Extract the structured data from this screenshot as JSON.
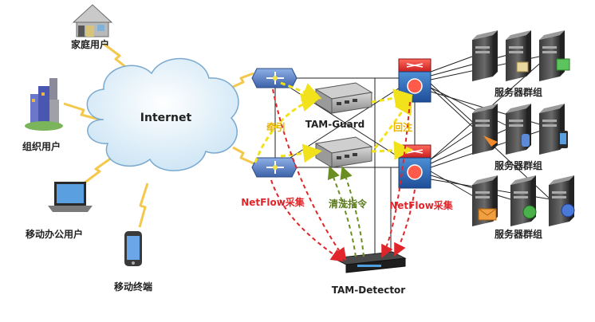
{
  "cloud": {
    "label": "Internet"
  },
  "clients": {
    "home": "家庭用户",
    "org": "组织用户",
    "mobile_office": "移动办公用户",
    "mobile_terminal": "移动终端"
  },
  "devices": {
    "guard": "TAM-Guard",
    "detector": "TAM-Detector"
  },
  "flow_labels": {
    "diversion": "牵引",
    "reinject": "回注",
    "netflow_left": "NetFlow采集",
    "netflow_right": "NetFlow采集",
    "clean_cmd": "清洗指令"
  },
  "server_groups": [
    "服务器群组",
    "服务器群组",
    "服务器群组"
  ],
  "colors": {
    "diversion_arrow": "#f2e21c",
    "netflow_arrow": "#e0262a",
    "command_arrow": "#6b8e23",
    "lightning": "#f3c84b",
    "router_blue": "#5a7fc4",
    "switch_red": "#d9302a"
  }
}
